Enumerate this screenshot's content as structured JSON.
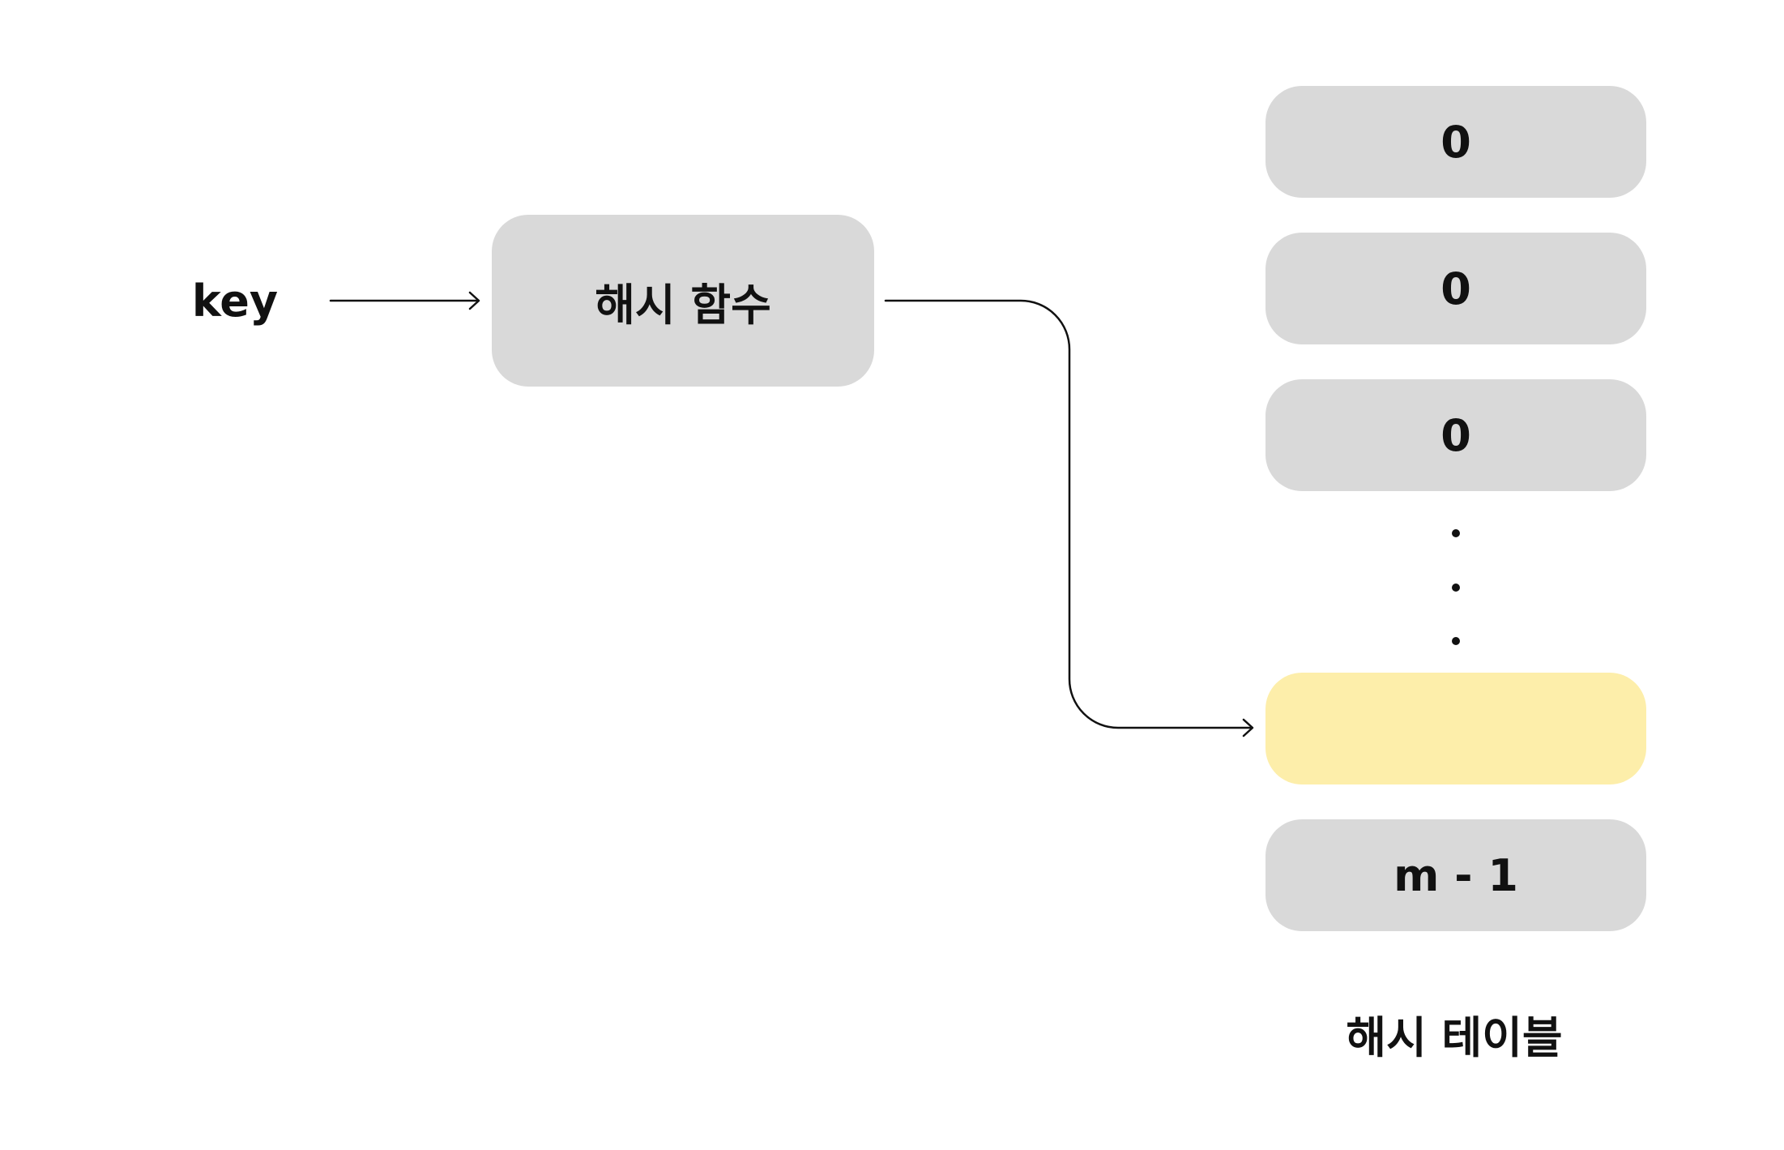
{
  "diagram": {
    "input_label": "key",
    "function_label": "해시 함수",
    "table_caption": "해시 테이블",
    "slots": [
      {
        "label": "0",
        "highlighted": false
      },
      {
        "label": "0",
        "highlighted": false
      },
      {
        "label": "0",
        "highlighted": false
      },
      {
        "label": "",
        "highlighted": true
      },
      {
        "label": "m - 1",
        "highlighted": false
      }
    ],
    "ellipsis_dots": 3,
    "colors": {
      "slot_fill": "#d9d9d9",
      "highlight_fill": "#fdeeaa",
      "line": "#111111",
      "text": "#111111"
    }
  }
}
